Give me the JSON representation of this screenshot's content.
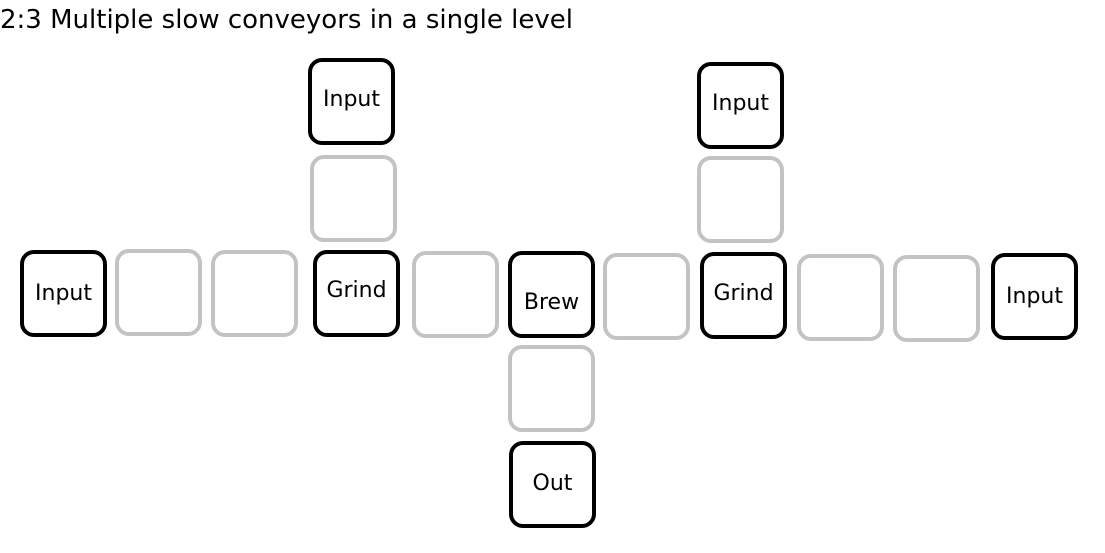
{
  "title": "2:3 Multiple slow conveyors in a single level",
  "stations": {
    "input_left": "Input",
    "input_top_left": "Input",
    "grind_left": "Grind",
    "brew": "Brew",
    "input_top_right": "Input",
    "grind_right": "Grind",
    "input_right": "Input",
    "out": "Out"
  },
  "colors": {
    "station_border": "#000000",
    "conveyor_border": "#c3c3c3",
    "background": "#ffffff"
  }
}
